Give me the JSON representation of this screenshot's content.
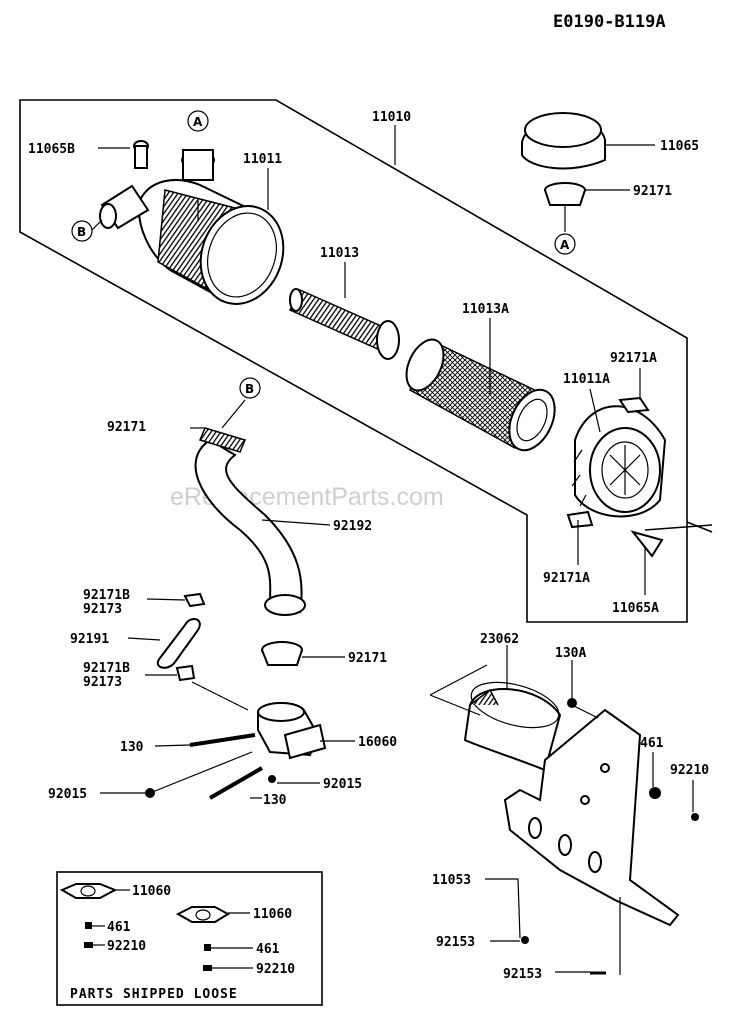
{
  "diagram_id": "E0190-B119A",
  "watermark": "eReplacementParts.com",
  "box_caption": "PARTS SHIPPED LOOSE",
  "refs": {
    "a": "A",
    "b": "B"
  },
  "labels": {
    "p11010": "11010",
    "p11065b": "11065B",
    "p11011": "11011",
    "p11065": "11065",
    "p92171_top": "92171",
    "p11013": "11013",
    "p11013a": "11013A",
    "p92171a_top": "92171A",
    "p11011a": "11011A",
    "p92171a_bottom": "92171A",
    "p11065a": "11065A",
    "p92171_hose": "92171",
    "p92192": "92192",
    "p92171b_top": "92171B",
    "p92173_top": "92173",
    "p92191": "92191",
    "p92171b_mid": "92171B",
    "p92173_mid": "92173",
    "p92171_clamp": "92171",
    "p130_left": "130",
    "p16060": "16060",
    "p92015_left": "92015",
    "p92015_right": "92015",
    "p130_bottom": "130",
    "p23062": "23062",
    "p130a": "130A",
    "p461": "461",
    "p92210": "92210",
    "p11053": "11053",
    "p92153_a": "92153",
    "p92153_b": "92153"
  },
  "loose_parts": {
    "l11060_a": "11060",
    "l461_a": "461",
    "l92210_a": "92210",
    "l11060_b": "11060",
    "l461_b": "461",
    "l92210_b": "92210"
  }
}
